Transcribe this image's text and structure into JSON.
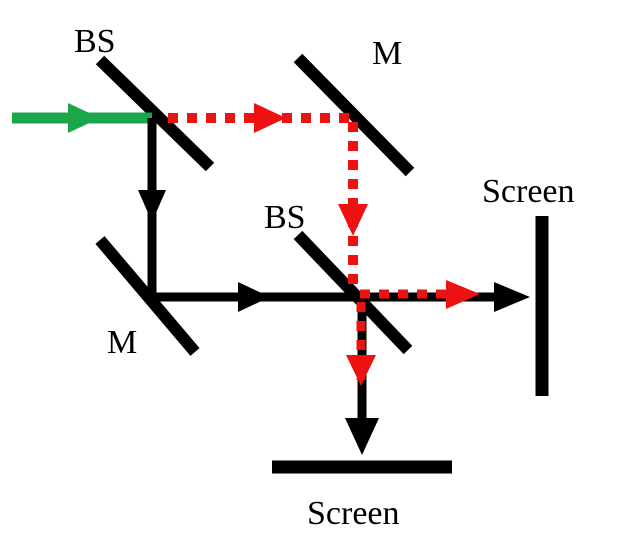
{
  "diagram": {
    "type": "Mach-Zehnder interferometer",
    "labels": {
      "beam_splitter_1": "BS",
      "mirror_top": "M",
      "beam_splitter_2": "BS",
      "mirror_bottom": "M",
      "screen_right": "Screen",
      "screen_bottom": "Screen"
    },
    "colors": {
      "input_beam": "#1aa64a",
      "path_red": "#ee1111",
      "path_black": "#000000",
      "optics": "#000000"
    }
  }
}
